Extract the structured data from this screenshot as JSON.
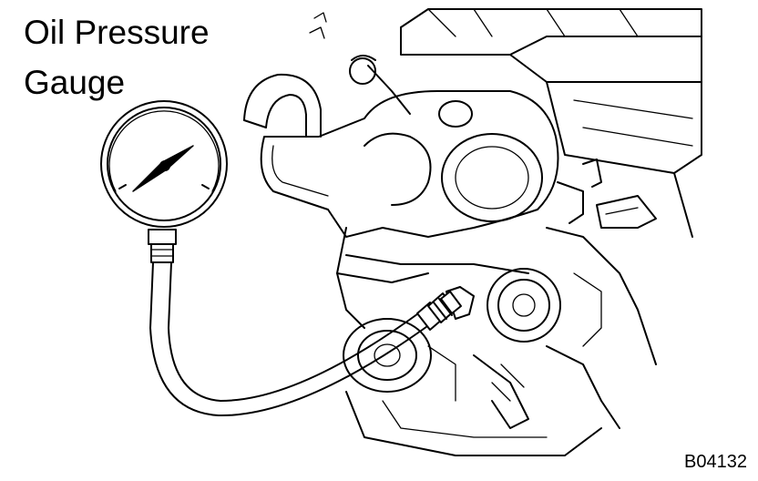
{
  "diagram": {
    "label_line1": "Oil Pressure",
    "label_line2": "Gauge",
    "figure_code": "B04132"
  },
  "colors": {
    "ink": "#000000",
    "paper": "#ffffff"
  }
}
